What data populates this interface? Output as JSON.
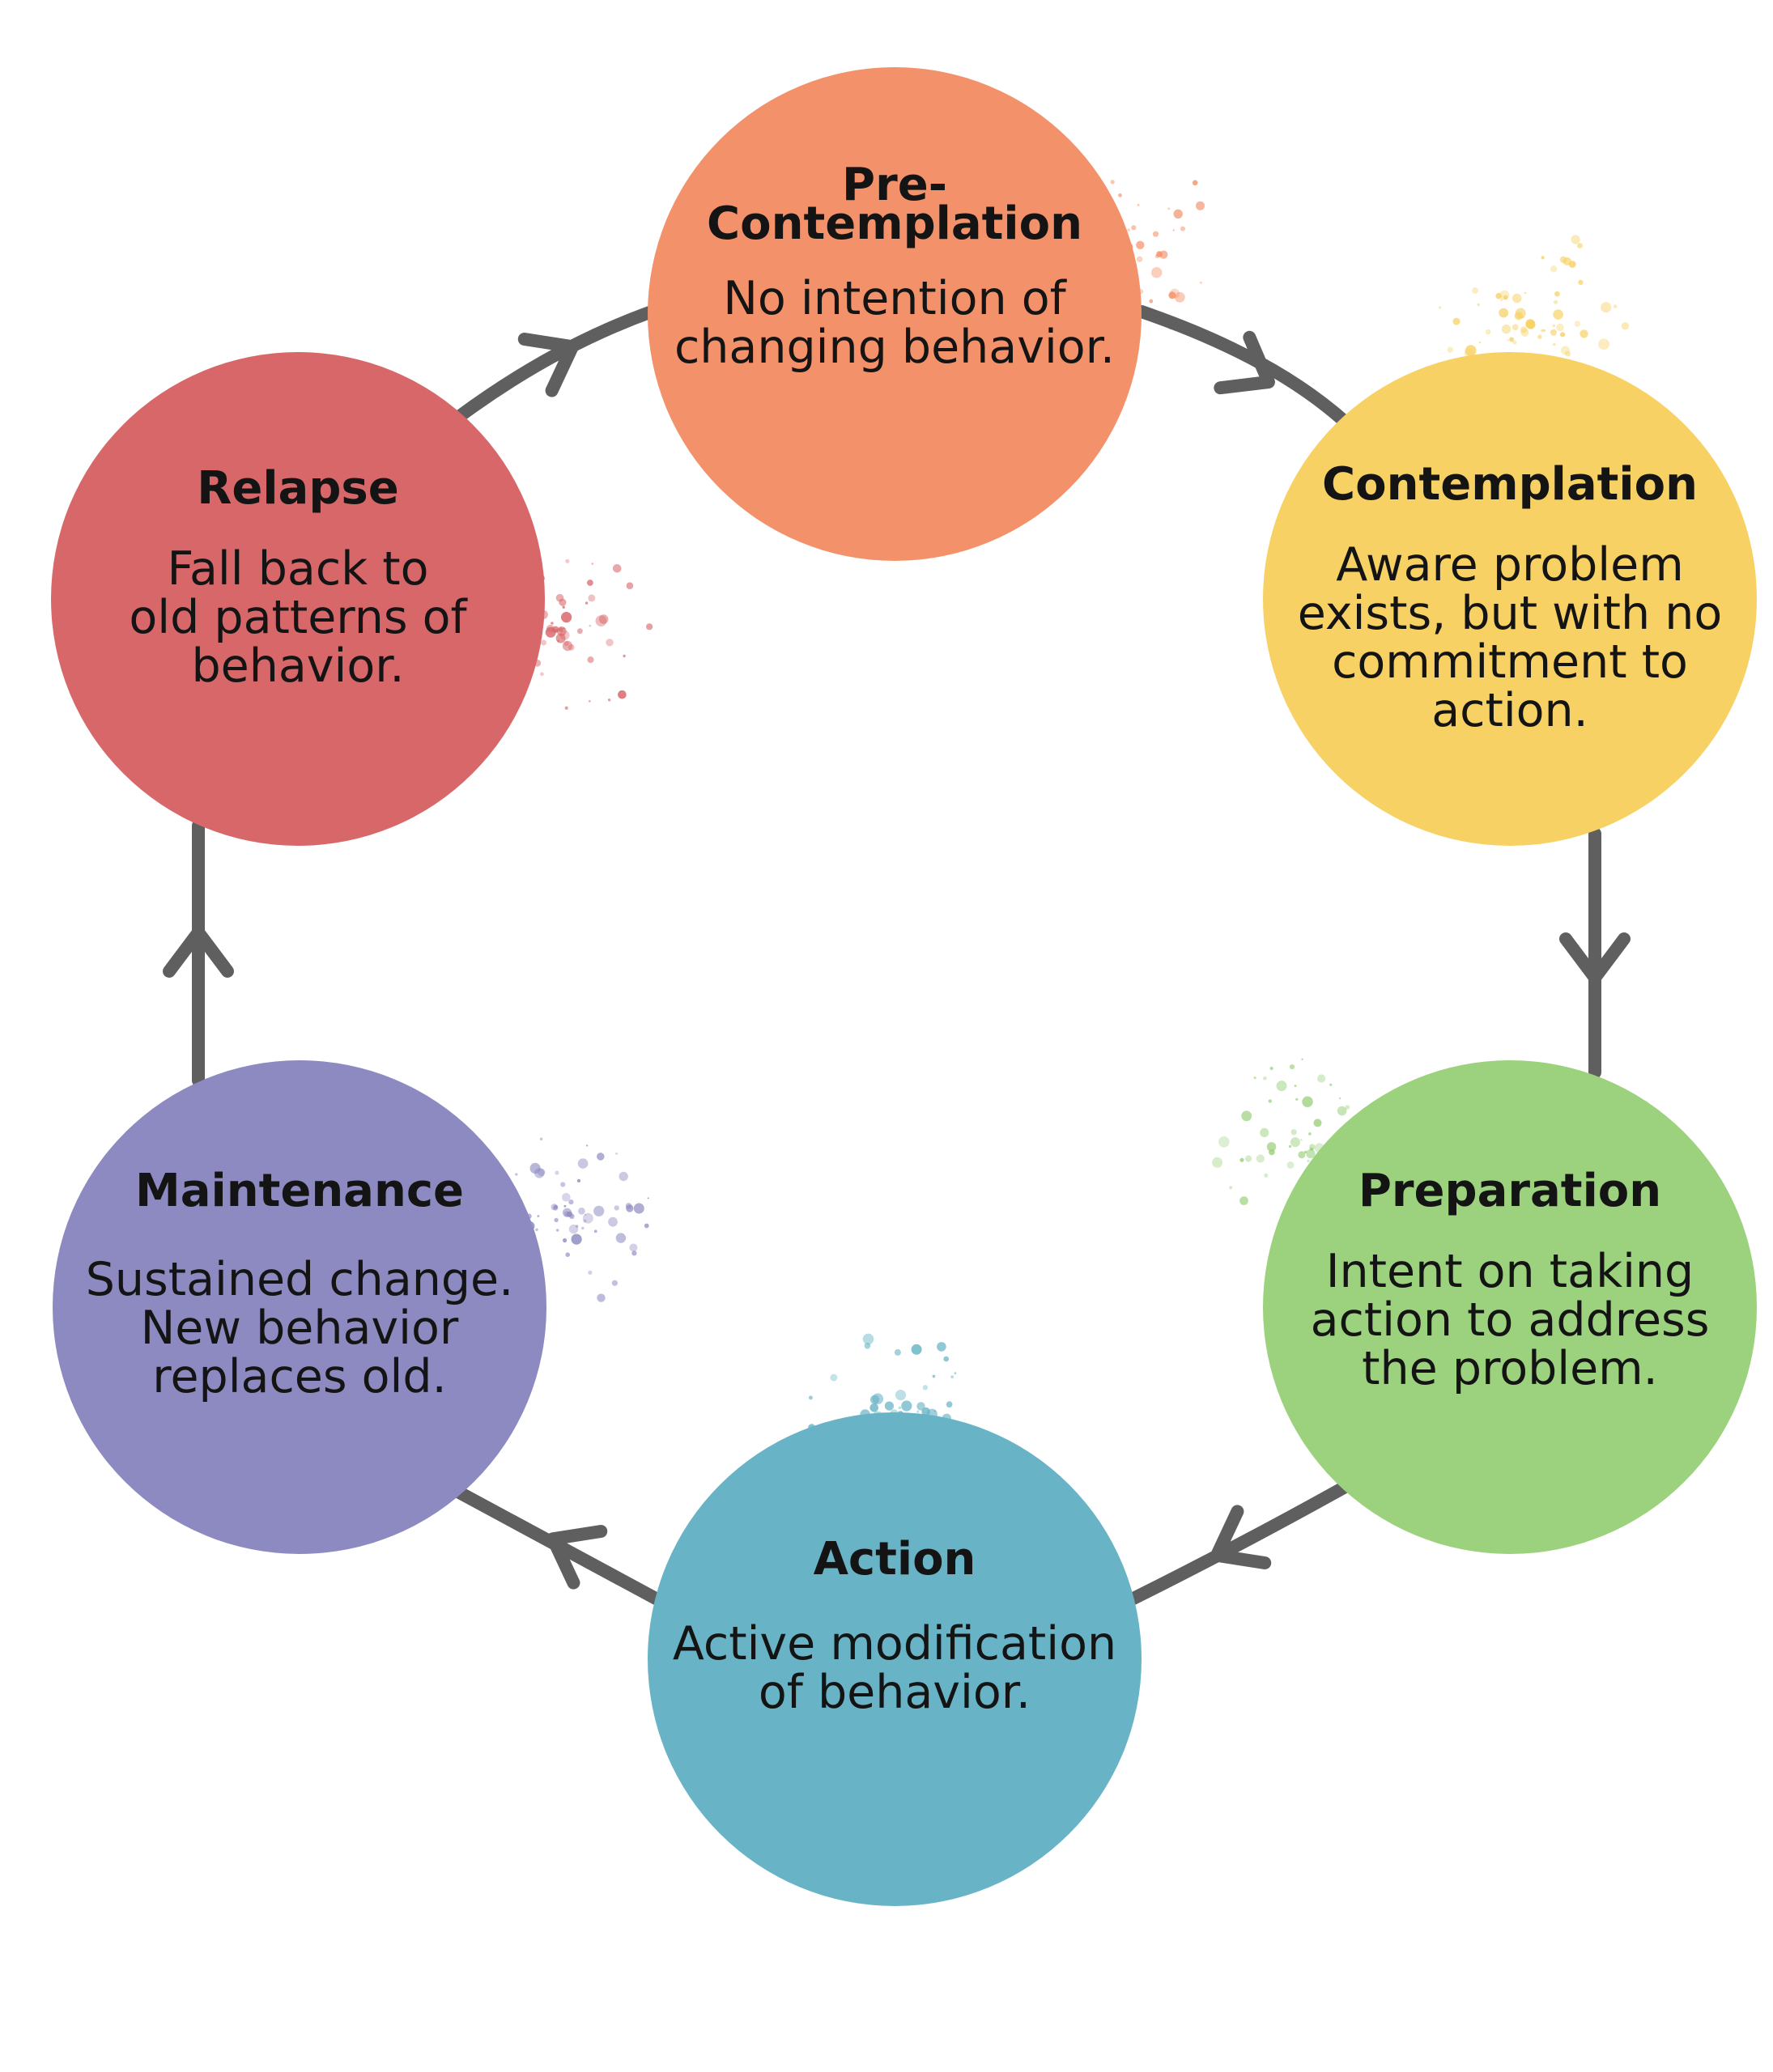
{
  "diagram": {
    "type": "cycle",
    "stages": [
      {
        "id": "pre-contemplation",
        "title": "Pre-\nContemplation",
        "description": "No intention of\nchanging behavior.",
        "color": "#F3926A"
      },
      {
        "id": "contemplation",
        "title": "Contemplation",
        "description": "Aware problem\nexists, but with no\ncommitment to\naction.",
        "color": "#F7D163"
      },
      {
        "id": "preparation",
        "title": "Preparation",
        "description": "Intent on taking\naction to address\nthe problem.",
        "color": "#9CD17E"
      },
      {
        "id": "action",
        "title": "Action",
        "description": "Active modification\nof behavior.",
        "color": "#68B4C6"
      },
      {
        "id": "maintenance",
        "title": "Maintenance",
        "description": "Sustained change.\nNew behavior\nreplaces old.",
        "color": "#8D8AC1"
      },
      {
        "id": "relapse",
        "title": "Relapse",
        "description": "Fall back to\nold patterns of\nbehavior.",
        "color": "#D8676A"
      }
    ],
    "arrows": [
      {
        "from": "pre-contemplation",
        "to": "contemplation"
      },
      {
        "from": "contemplation",
        "to": "preparation"
      },
      {
        "from": "preparation",
        "to": "action"
      },
      {
        "from": "action",
        "to": "maintenance"
      },
      {
        "from": "maintenance",
        "to": "relapse"
      },
      {
        "from": "relapse",
        "to": "pre-contemplation"
      }
    ],
    "arrow_color": "#5F5F5F"
  }
}
